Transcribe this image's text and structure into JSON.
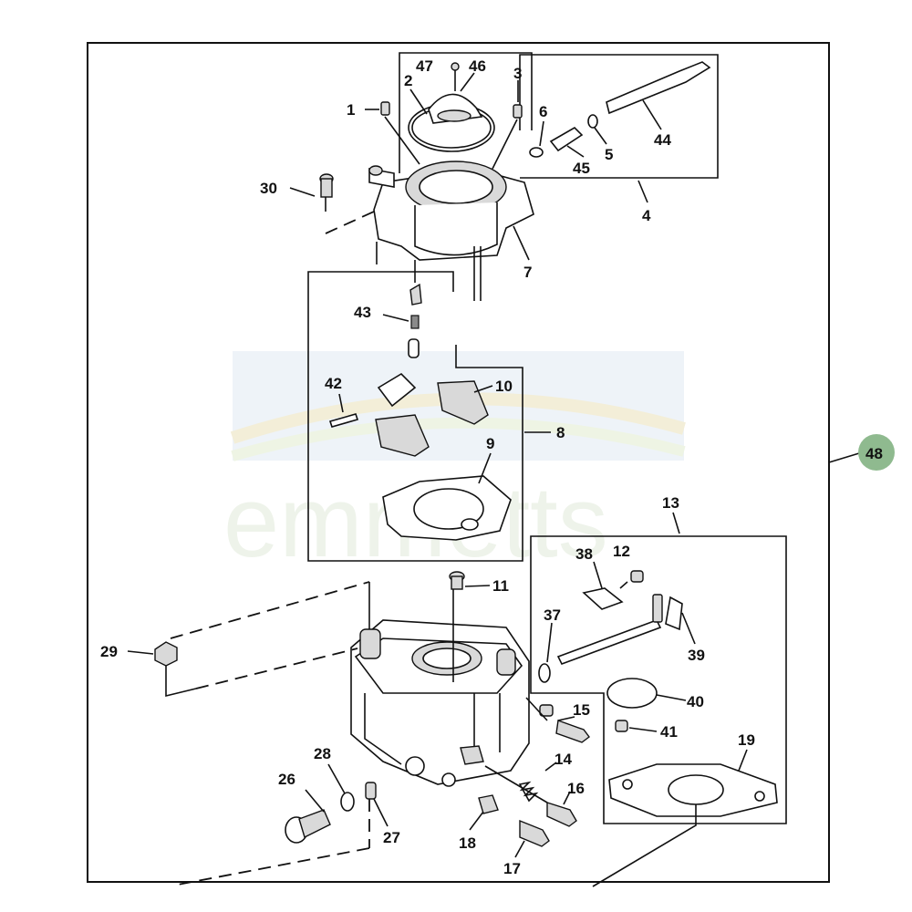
{
  "watermark": "emmetts",
  "badge": {
    "label": "48",
    "color": "#8fba8f"
  },
  "callouts": {
    "c1": "1",
    "c2": "2",
    "c3": "3",
    "c4": "4",
    "c5": "5",
    "c6": "6",
    "c7": "7",
    "c8": "8",
    "c9": "9",
    "c10": "10",
    "c11": "11",
    "c12": "12",
    "c13": "13",
    "c14": "14",
    "c15": "15",
    "c16": "16",
    "c17": "17",
    "c18": "18",
    "c19": "19",
    "c26": "26",
    "c27": "27",
    "c28": "28",
    "c29": "29",
    "c30": "30",
    "c37": "37",
    "c38": "38",
    "c39": "39",
    "c40": "40",
    "c41": "41",
    "c42": "42",
    "c43": "43",
    "c44": "44",
    "c45": "45",
    "c46": "46",
    "c47": "47"
  }
}
